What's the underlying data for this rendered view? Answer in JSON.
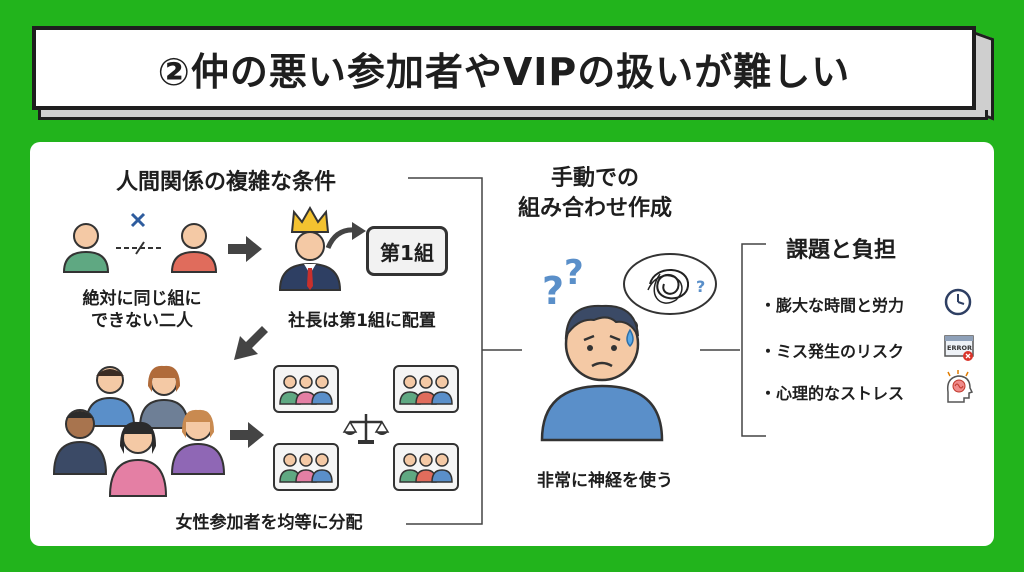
{
  "title": "②仲の悪い参加者やVIPの扱いが難しい",
  "conditions": {
    "heading": "人間関係の複雑な条件",
    "item1_line1": "絶対に同じ組に",
    "item1_line2": "できない二人",
    "item2": "社長は第1組に配置",
    "group_badge": "第1組",
    "item3": "女性参加者を均等に分配"
  },
  "manual": {
    "heading_line1": "手動での",
    "heading_line2": "組み合わせ作成",
    "caption": "非常に神経を使う"
  },
  "burden": {
    "heading": "課題と負担",
    "items": [
      {
        "label": "・膨大な時間と労力",
        "icon": "clock-icon"
      },
      {
        "label": "・ミス発生のリスク",
        "icon": "error-window-icon"
      },
      {
        "label": "・心理的なストレス",
        "icon": "stressed-head-icon"
      }
    ],
    "error_text": "ERROR"
  },
  "colors": {
    "background": "#22b41c",
    "person_green": "#5fa882",
    "person_red": "#e06c5c",
    "person_blue": "#5a8fc9",
    "person_purple": "#8f67b5",
    "person_pink": "#e47fa4",
    "crown": "#f3c230"
  }
}
